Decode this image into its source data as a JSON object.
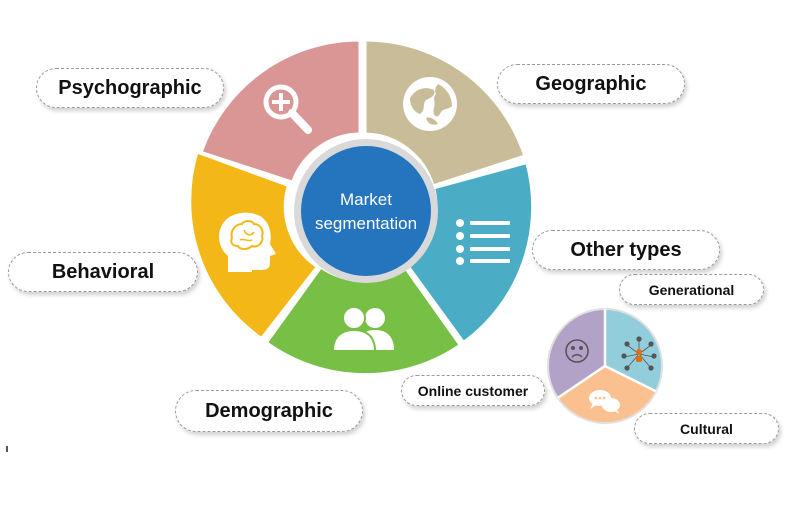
{
  "center": {
    "line1": "Market",
    "line2": "segmentation"
  },
  "segments": [
    {
      "label": "Geographic",
      "color": "#c8bd98",
      "icon": "globe-icon"
    },
    {
      "label": "Other types",
      "color": "#4bacc6",
      "icon": "list-icon"
    },
    {
      "label": "Demographic",
      "color": "#77bf45",
      "icon": "people-icon"
    },
    {
      "label": "Behavioral",
      "color": "#f3b717",
      "icon": "head-brain-icon"
    },
    {
      "label": "Psychographic",
      "color": "#d99694",
      "icon": "magnifier-plus-icon"
    }
  ],
  "sub_segments": [
    {
      "label": "Generational",
      "color": "#92cddc",
      "icon": "network-people-icon"
    },
    {
      "label": "Cultural",
      "color": "#fac090",
      "icon": "chat-bubbles-icon"
    },
    {
      "label": "Online customer",
      "color": "#b3a2c7",
      "icon": "sad-face-icon"
    }
  ],
  "colors": {
    "center_fill": "#2474be",
    "center_ring": "#d9d9d9",
    "accent": "#e46c0a"
  }
}
